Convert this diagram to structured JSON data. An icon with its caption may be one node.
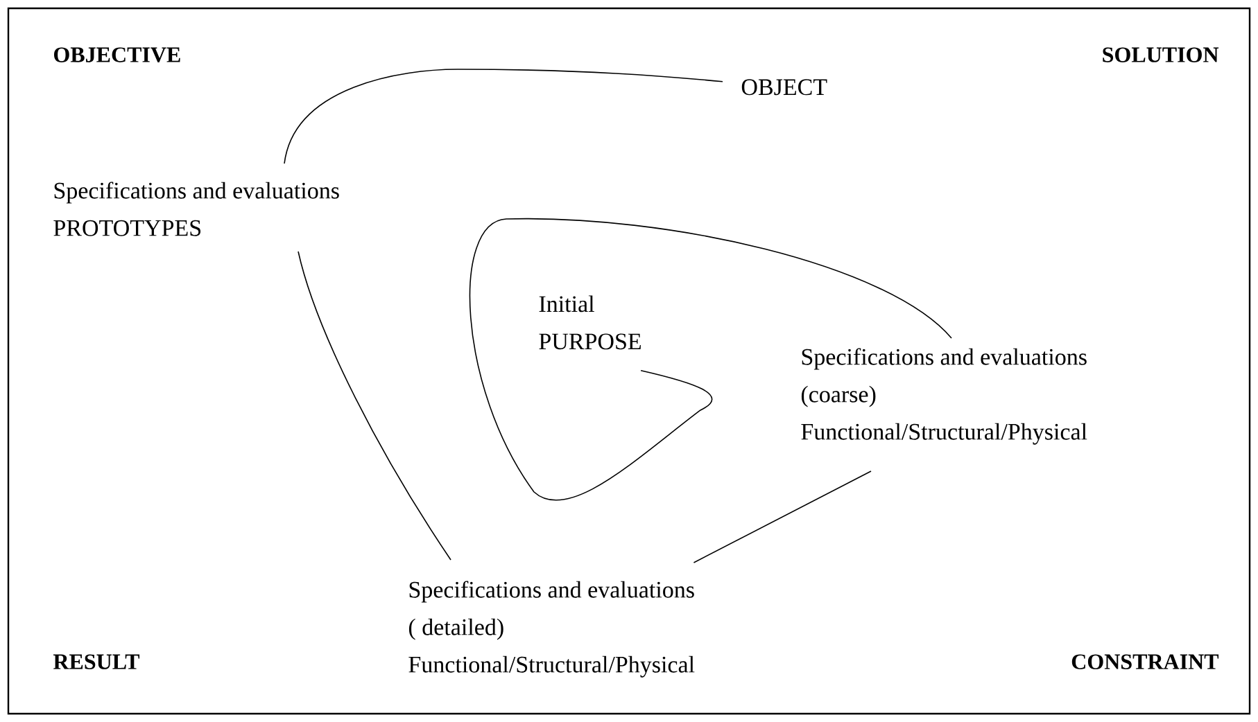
{
  "diagram": {
    "nodes": [
      {
        "text": [
          "Initial",
          "PURPOSE"
        ]
      },
      {
        "text": [
          "Specifications and evaluations",
          "(coarse)",
          "Functional/Structural/Physical"
        ]
      },
      {
        "text": [
          "Specifications and evaluations",
          "( detailed)",
          "Functional/Structural/Physical"
        ]
      },
      {
        "text": [
          "Specifications and evaluations",
          "PROTOTYPES"
        ]
      },
      {
        "text": [
          "OBJECT"
        ]
      }
    ],
    "edges": [
      {
        "from": 0,
        "to": 1,
        "arrow": "none"
      },
      {
        "from": 1,
        "to": 2,
        "arrow": "none"
      },
      {
        "from": 2,
        "to": 3,
        "arrow": "none"
      },
      {
        "from": 3,
        "to": 4,
        "arrow": "none"
      }
    ],
    "labels": [
      "OBJECTIVE",
      "SOLUTION",
      "RESULT",
      "CONSTRAINT"
    ]
  }
}
